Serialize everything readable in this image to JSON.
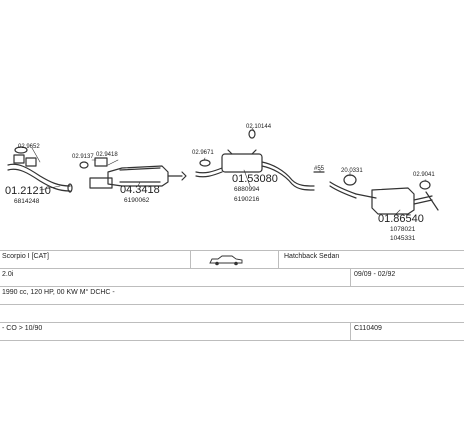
{
  "parts": [
    {
      "code": "02.9652",
      "kind": "small"
    },
    {
      "code": "01.21210",
      "kind": "big"
    },
    {
      "code": "6814248",
      "kind": "num"
    },
    {
      "code": "02.9137",
      "kind": "small"
    },
    {
      "code": "02.9418",
      "kind": "small"
    },
    {
      "code": "04.3418",
      "kind": "big"
    },
    {
      "code": "6190062",
      "kind": "num"
    },
    {
      "code": "02.9671",
      "kind": "small"
    },
    {
      "code": "02.10144",
      "kind": "small"
    },
    {
      "code": "01.53080",
      "kind": "big"
    },
    {
      "code": "6880994",
      "kind": "num"
    },
    {
      "code": "6190216",
      "kind": "num"
    },
    {
      "code": "#55",
      "kind": "small"
    },
    {
      "code": "20.0331",
      "kind": "small"
    },
    {
      "code": "02.9041",
      "kind": "small"
    },
    {
      "code": "01.86540",
      "kind": "big"
    },
    {
      "code": "1078021",
      "kind": "num"
    },
    {
      "code": "1045331",
      "kind": "num"
    }
  ],
  "info": {
    "model": "Scorpio I [CAT]",
    "body_type": "Hatchback Sedan",
    "engine": "2.0i",
    "date_range": "09/09 - 02/92",
    "specs": "1990 cc, 120 HP, 00 KW M° DCHC -",
    "validity": "- CO > 10/90",
    "ref": "C110409"
  }
}
